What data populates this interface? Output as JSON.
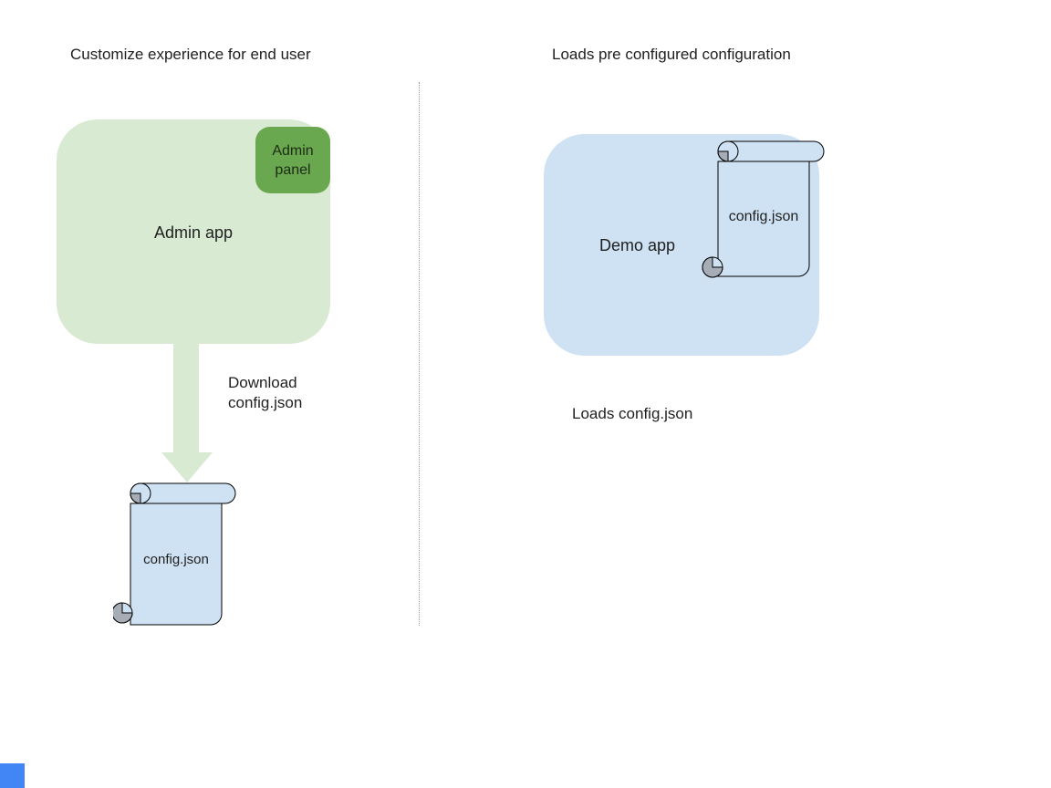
{
  "colors": {
    "light_green": "#d9ead3",
    "dark_green": "#6aa84f",
    "light_blue": "#cfe2f3",
    "scroll_curl_gray": "#a6adb6",
    "text": "#1f1f1f",
    "divider_gray": "#999999",
    "corner_square_blue": "#4285f4"
  },
  "left": {
    "title": "Customize experience for end user",
    "admin_app_label": "Admin app",
    "admin_panel_label": "Admin panel",
    "arrow_label": "Download config.json",
    "file_label": "config.json"
  },
  "right": {
    "title": "Loads pre configured configuration",
    "demo_app_label": "Demo app",
    "file_label": "config.json",
    "caption": "Loads config.json"
  }
}
